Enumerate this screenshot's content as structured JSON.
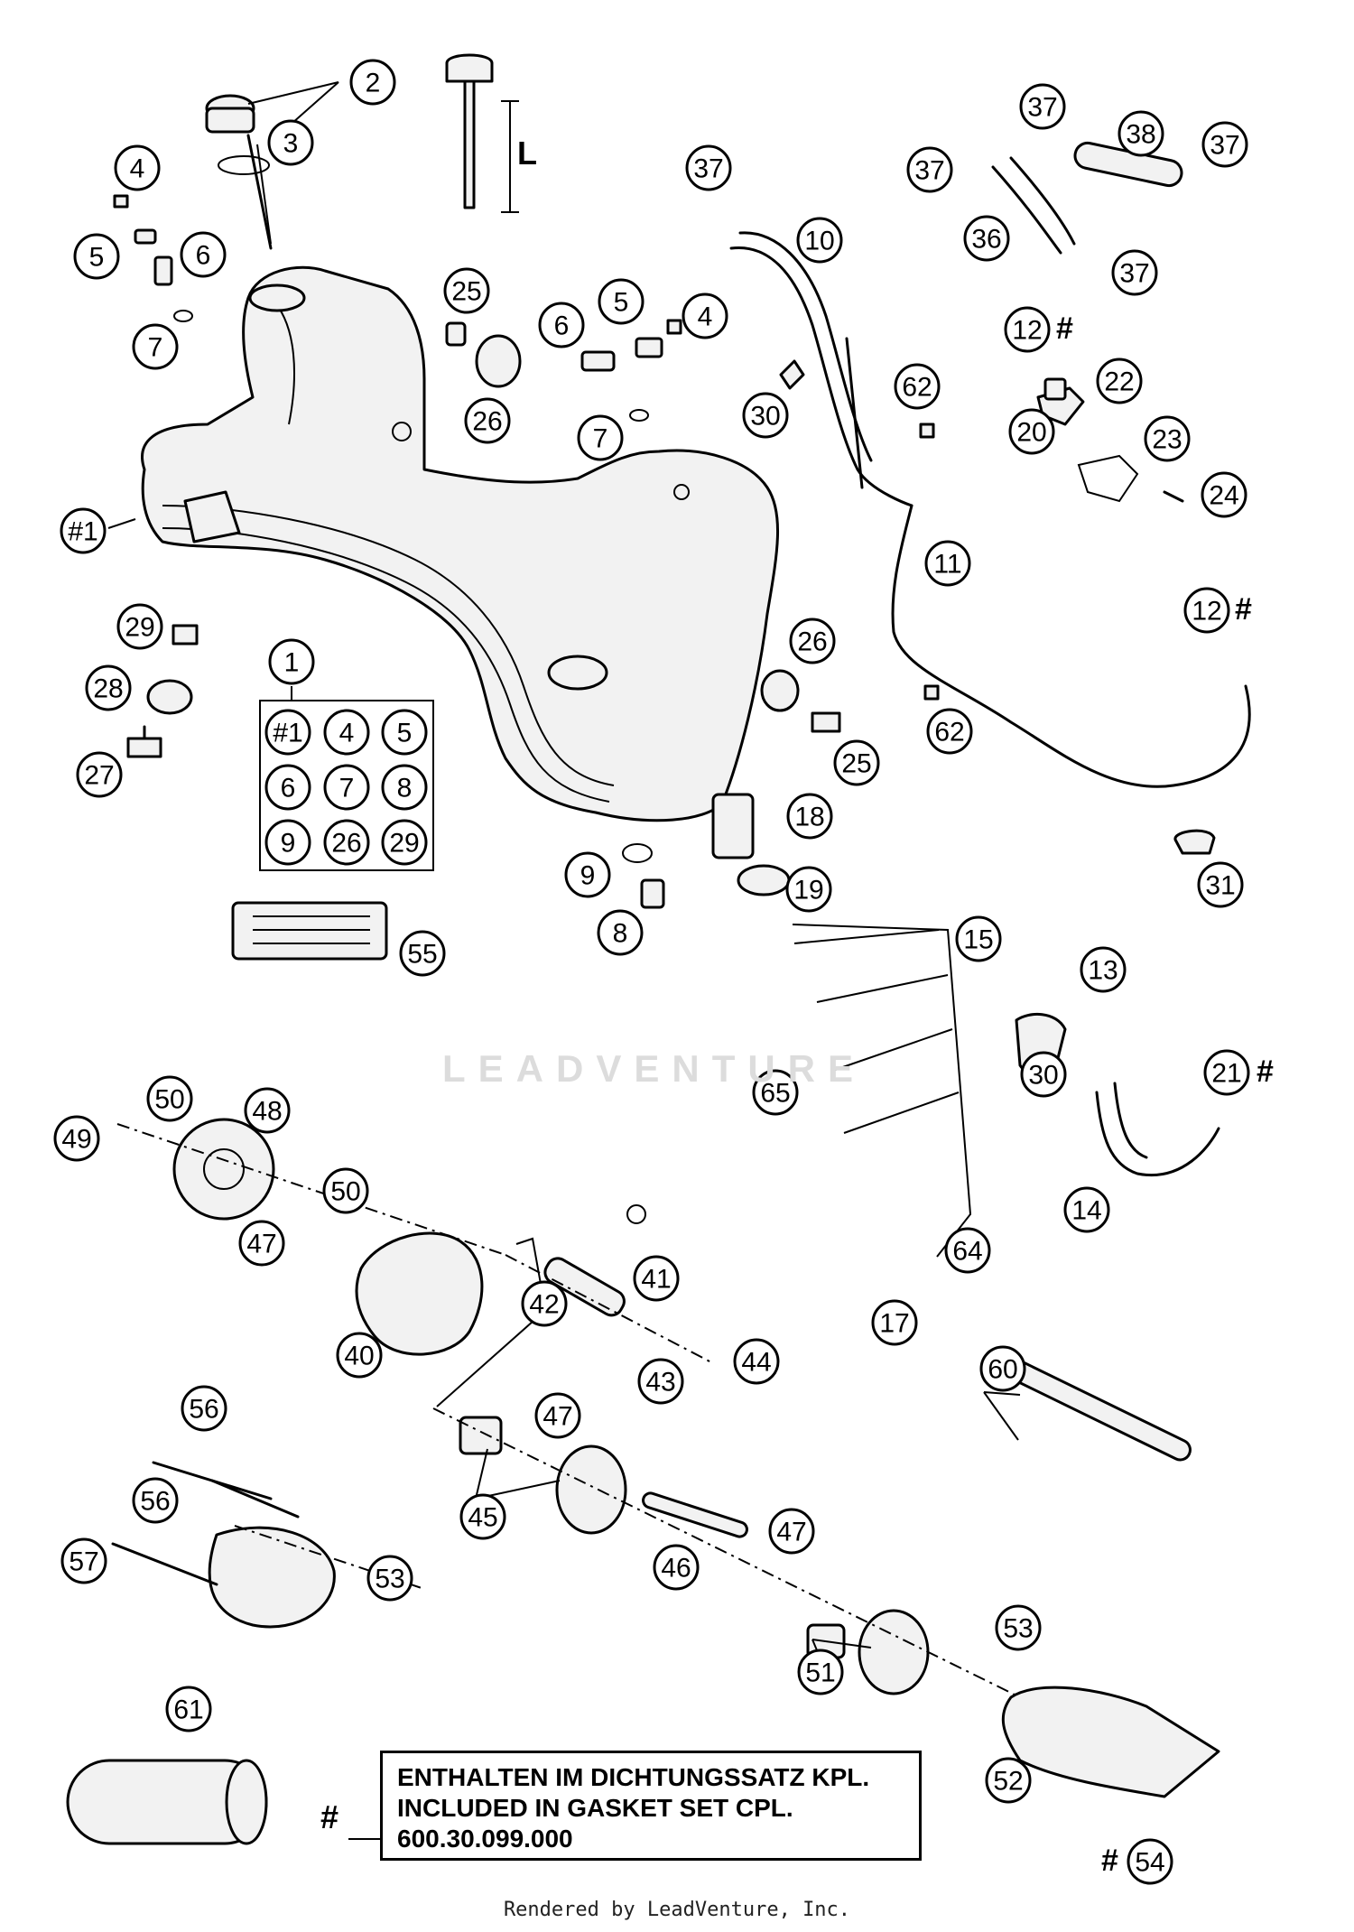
{
  "diagram": {
    "callouts": [
      {
        "id": "c2",
        "label": "2"
      },
      {
        "id": "c3",
        "label": "3"
      },
      {
        "id": "c4a",
        "label": "4"
      },
      {
        "id": "c5a",
        "label": "5"
      },
      {
        "id": "c6a",
        "label": "6"
      },
      {
        "id": "c7a",
        "label": "7"
      },
      {
        "id": "c25a",
        "label": "25"
      },
      {
        "id": "c26a",
        "label": "26"
      },
      {
        "id": "c6b",
        "label": "6"
      },
      {
        "id": "c5b",
        "label": "5"
      },
      {
        "id": "c4b",
        "label": "4"
      },
      {
        "id": "c7b",
        "label": "7"
      },
      {
        "id": "c37a",
        "label": "37"
      },
      {
        "id": "c10",
        "label": "10"
      },
      {
        "id": "c30a",
        "label": "30"
      },
      {
        "id": "c37b",
        "label": "37"
      },
      {
        "id": "c38",
        "label": "38"
      },
      {
        "id": "c37c",
        "label": "37"
      },
      {
        "id": "c37d",
        "label": "37"
      },
      {
        "id": "c36",
        "label": "36"
      },
      {
        "id": "c37e",
        "label": "37"
      },
      {
        "id": "c12a",
        "label": "12"
      },
      {
        "id": "c62a",
        "label": "62"
      },
      {
        "id": "c22",
        "label": "22"
      },
      {
        "id": "c20",
        "label": "20"
      },
      {
        "id": "c23",
        "label": "23"
      },
      {
        "id": "c24",
        "label": "24"
      },
      {
        "id": "c11",
        "label": "11"
      },
      {
        "id": "c12b",
        "label": "12"
      },
      {
        "id": "c1tank",
        "label": "#1"
      },
      {
        "id": "c29",
        "label": "29"
      },
      {
        "id": "c28",
        "label": "28"
      },
      {
        "id": "c27",
        "label": "27"
      },
      {
        "id": "c1",
        "label": "1"
      },
      {
        "id": "c26b",
        "label": "26"
      },
      {
        "id": "c25b",
        "label": "25"
      },
      {
        "id": "c62b",
        "label": "62"
      },
      {
        "id": "c18",
        "label": "18"
      },
      {
        "id": "c9",
        "label": "9"
      },
      {
        "id": "c8",
        "label": "8"
      },
      {
        "id": "c19",
        "label": "19"
      },
      {
        "id": "c31",
        "label": "31"
      },
      {
        "id": "c55",
        "label": "55"
      },
      {
        "id": "c15",
        "label": "15"
      },
      {
        "id": "c13",
        "label": "13"
      },
      {
        "id": "c30b",
        "label": "30"
      },
      {
        "id": "c21",
        "label": "21"
      },
      {
        "id": "c65",
        "label": "65"
      },
      {
        "id": "c14",
        "label": "14"
      },
      {
        "id": "c64",
        "label": "64"
      },
      {
        "id": "c17",
        "label": "17"
      },
      {
        "id": "c49",
        "label": "49"
      },
      {
        "id": "c50a",
        "label": "50"
      },
      {
        "id": "c48",
        "label": "48"
      },
      {
        "id": "c50b",
        "label": "50"
      },
      {
        "id": "c47a",
        "label": "47"
      },
      {
        "id": "c41",
        "label": "41"
      },
      {
        "id": "c42",
        "label": "42"
      },
      {
        "id": "c40",
        "label": "40"
      },
      {
        "id": "c43",
        "label": "43"
      },
      {
        "id": "c44",
        "label": "44"
      },
      {
        "id": "c47b",
        "label": "47"
      },
      {
        "id": "c60",
        "label": "60"
      },
      {
        "id": "c45",
        "label": "45"
      },
      {
        "id": "c56a",
        "label": "56"
      },
      {
        "id": "c56b",
        "label": "56"
      },
      {
        "id": "c57",
        "label": "57"
      },
      {
        "id": "c53a",
        "label": "53"
      },
      {
        "id": "c46",
        "label": "46"
      },
      {
        "id": "c47c",
        "label": "47"
      },
      {
        "id": "c53b",
        "label": "53"
      },
      {
        "id": "c51",
        "label": "51"
      },
      {
        "id": "c61",
        "label": "61"
      },
      {
        "id": "c52",
        "label": "52"
      },
      {
        "id": "c54",
        "label": "54"
      }
    ],
    "kit_grid": [
      "#1",
      "4",
      "5",
      "6",
      "7",
      "8",
      "9",
      "26",
      "29"
    ],
    "hash_marks": {
      "c12a": "#",
      "c12b": "#",
      "c21": "#",
      "c54": "#"
    },
    "dim_label": "L"
  },
  "note": {
    "marker": "#",
    "line1": "ENTHALTEN IM DICHTUNGSSATZ KPL.",
    "line2": "INCLUDED IN GASKET SET CPL.",
    "line3": "600.30.099.000"
  },
  "watermark": "LEADVENTURE",
  "footer": "Rendered by LeadVenture, Inc."
}
